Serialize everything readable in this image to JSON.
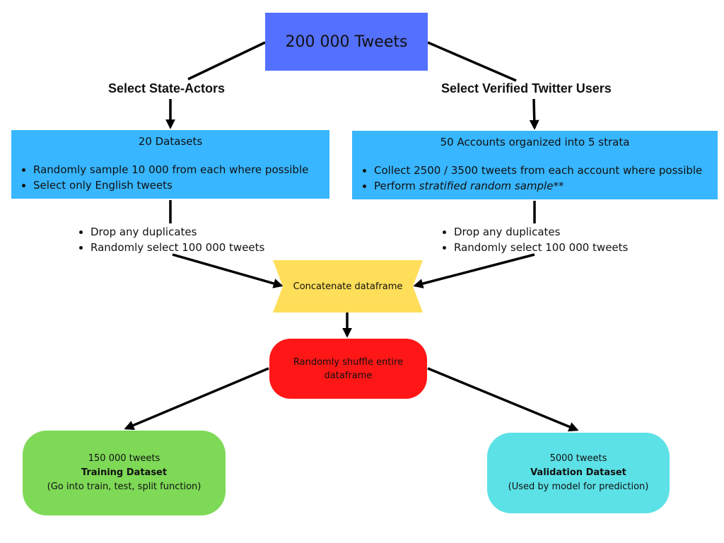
{
  "diagram": {
    "source": {
      "label": "200 000 Tweets",
      "color": "#5470ff"
    },
    "branches": {
      "left": {
        "label": "Select State-Actors",
        "box": {
          "title": "20 Datasets",
          "bullets": [
            "Randomly sample 10 000 from each where possible",
            "Select only English tweets"
          ],
          "color": "#38b6ff"
        },
        "steps": [
          "Drop any duplicates",
          "Randomly select 100 000 tweets"
        ]
      },
      "right": {
        "label": "Select Verified Twitter Users",
        "box": {
          "title": "50 Accounts organized into 5 strata",
          "bullets": [
            "Collect 2500 / 3500 tweets from each account where possible",
            "Perform "
          ],
          "bullet_emphasis": "stratified random sample",
          "bullet_suffix": "**",
          "color": "#38b6ff"
        },
        "steps": [
          "Drop any duplicates",
          "Randomly select 100 000 tweets"
        ]
      }
    },
    "merge": {
      "label": "Concatenate dataframe",
      "color": "#ffde59"
    },
    "shuffle": {
      "label": "Randomly shuffle entire dataframe",
      "color": "#ff1616"
    },
    "outputs": {
      "training": {
        "count": "150 000 tweets",
        "name": "Training Dataset",
        "note": "(Go into train, test, split function)",
        "color": "#7ed957"
      },
      "validation": {
        "count": "5000 tweets",
        "name": "Validation Dataset",
        "note": "(Used by model for prediction)",
        "color": "#5ce1e6"
      }
    }
  }
}
